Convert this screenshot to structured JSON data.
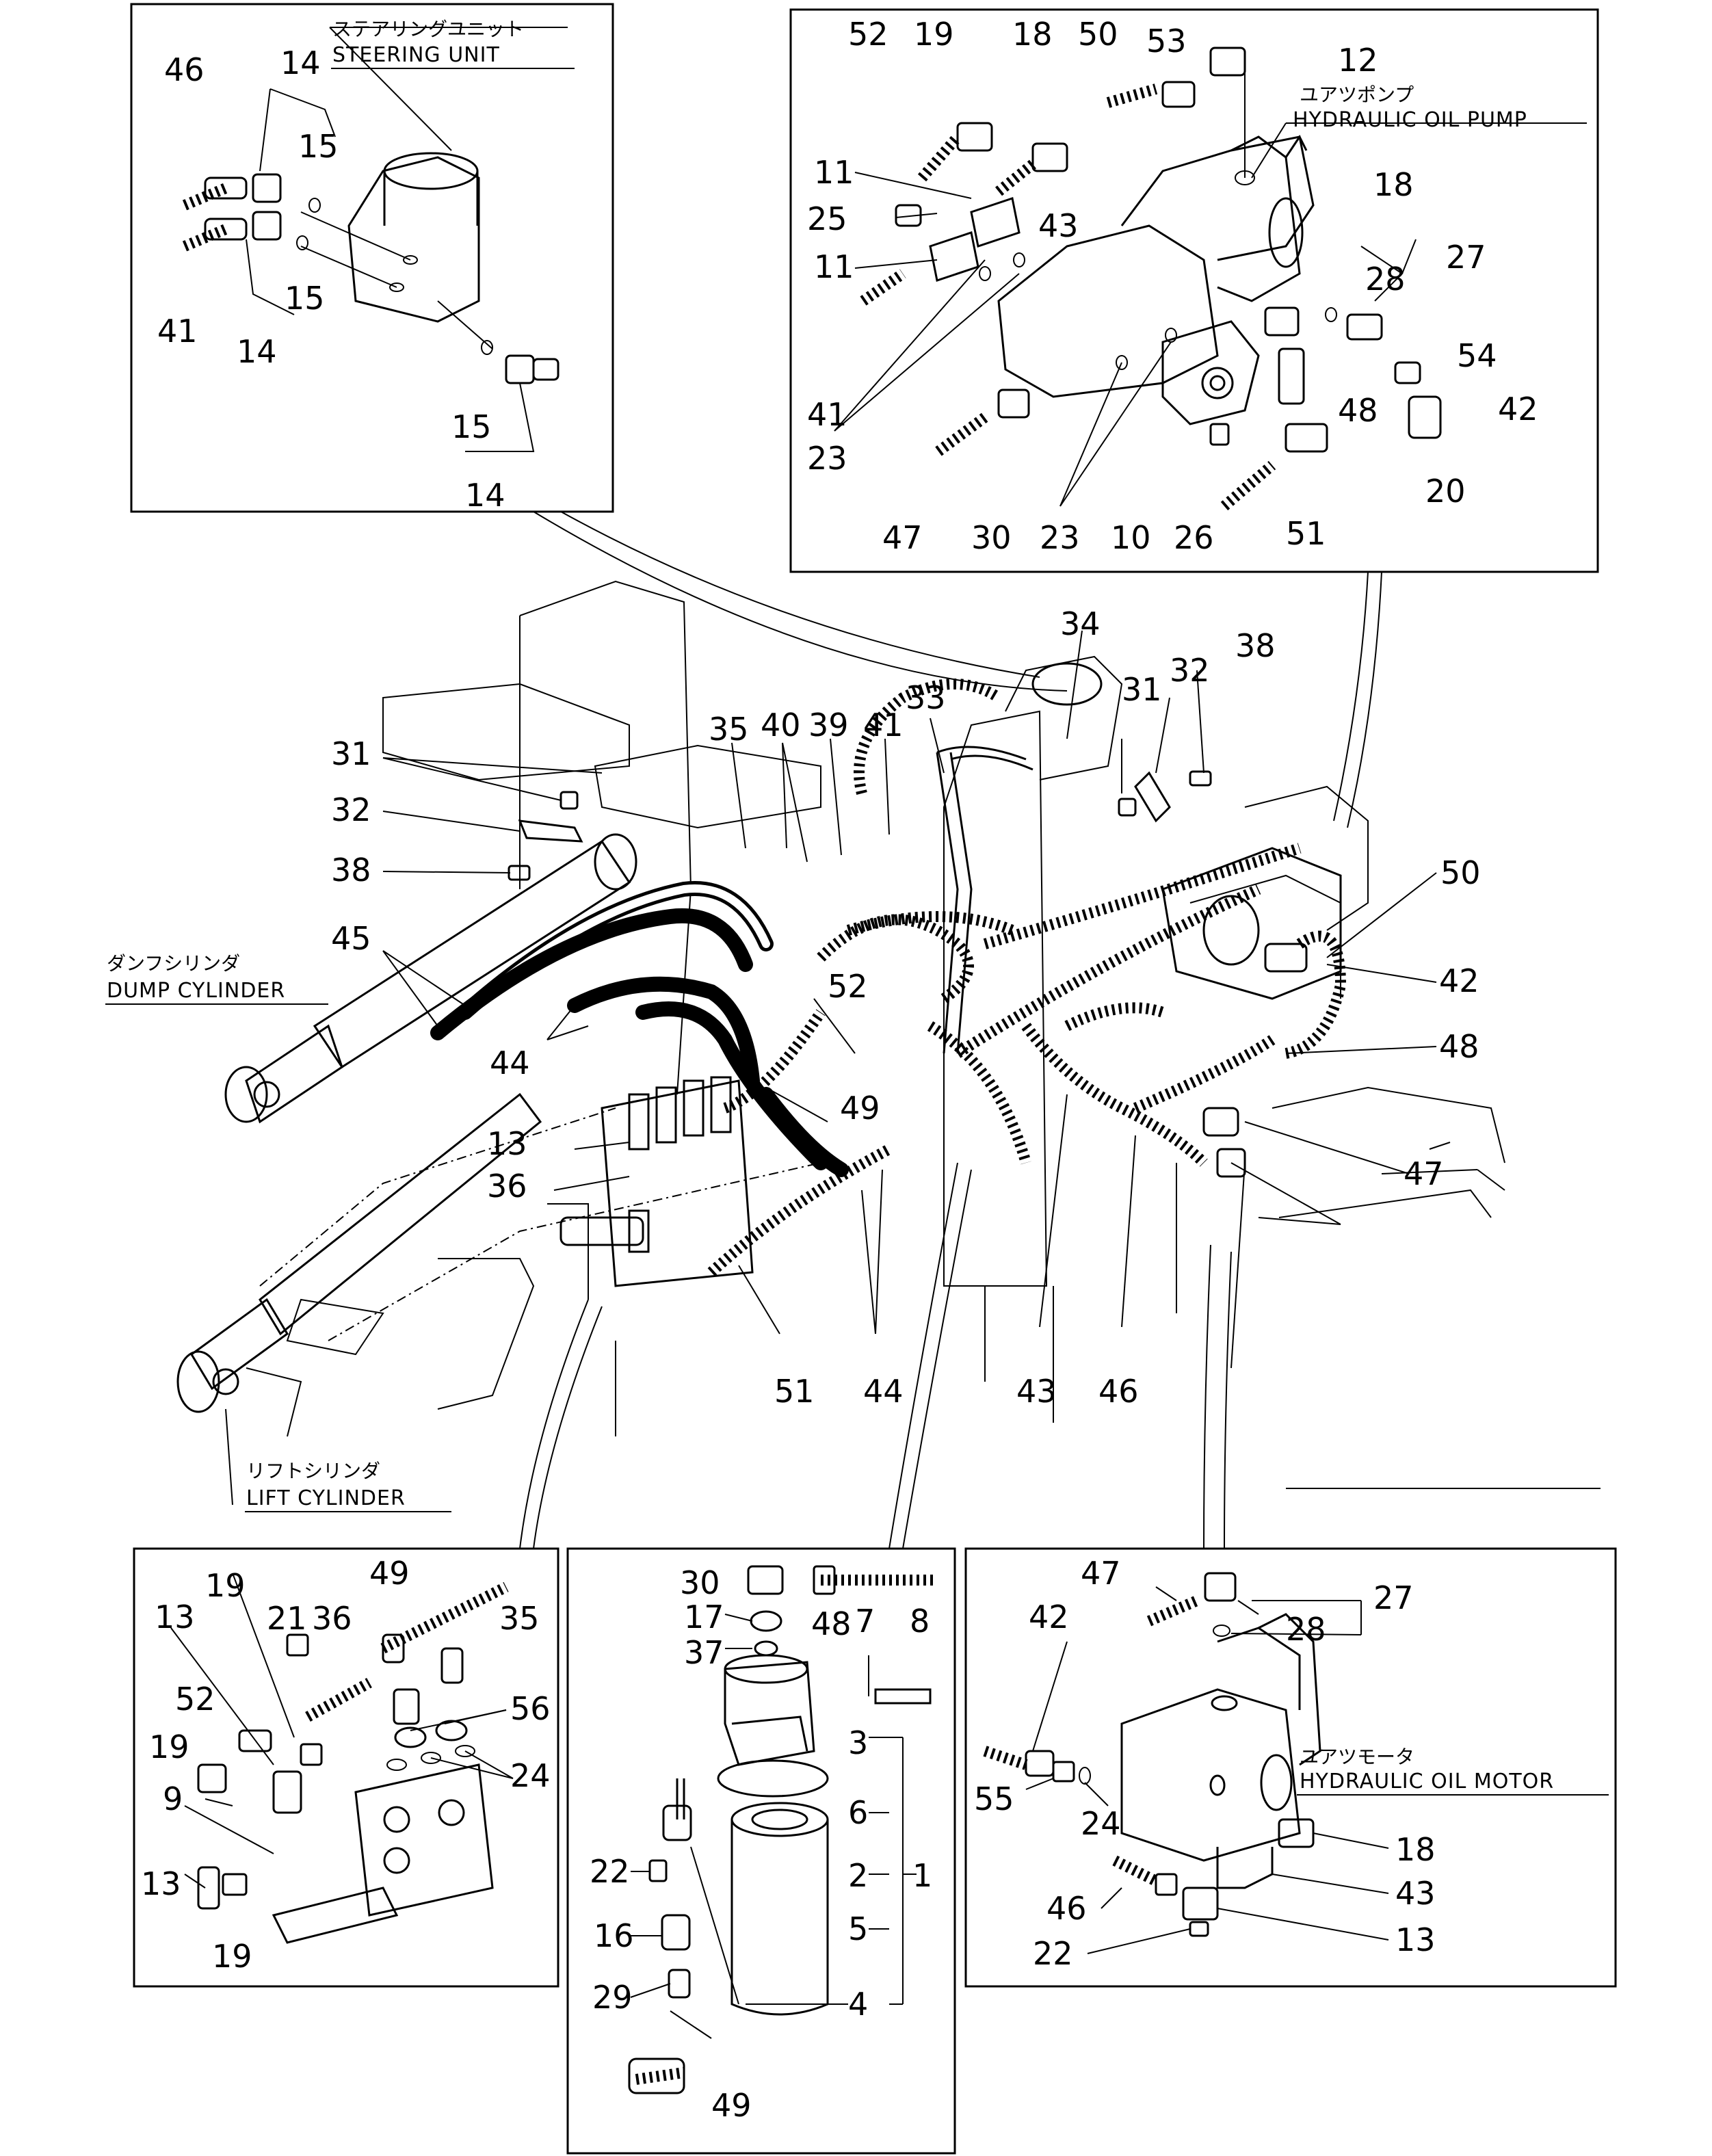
{
  "panels": {
    "steering_unit": {
      "jp_title": "ステアリングユニット",
      "en_title": "STEERING UNIT",
      "callouts": [
        "46",
        "14",
        "15",
        "15",
        "41",
        "14",
        "15",
        "14"
      ]
    },
    "hydraulic_oil_pump": {
      "jp_title": "ユアツポンプ",
      "en_title": "HYDRAULIC OIL PUMP",
      "callouts": [
        "52",
        "19",
        "18",
        "50",
        "53",
        "12",
        "11",
        "25",
        "11",
        "43",
        "18",
        "28",
        "27",
        "54",
        "42",
        "41",
        "23",
        "48",
        "20",
        "47",
        "30",
        "23",
        "10",
        "26",
        "51"
      ]
    },
    "control_valve": {
      "callouts": [
        "19",
        "49",
        "13",
        "21",
        "36",
        "35",
        "52",
        "19",
        "56",
        "24",
        "9",
        "13",
        "19"
      ]
    },
    "oil_filter": {
      "callouts": [
        "30",
        "48",
        "17",
        "7",
        "8",
        "37",
        "3",
        "6",
        "1",
        "2",
        "22",
        "5",
        "16",
        "29",
        "4",
        "49"
      ]
    },
    "hydraulic_oil_motor": {
      "jp_title": "ユアツモータ",
      "en_title": "HYDRAULIC OIL MOTOR",
      "callouts": [
        "47",
        "27",
        "28",
        "42",
        "55",
        "24",
        "18",
        "46",
        "43",
        "22",
        "13"
      ]
    }
  },
  "main_view": {
    "dump_cylinder": {
      "jp": "ダンフシリンダ",
      "en": "DUMP CYLINDER"
    },
    "lift_cylinder": {
      "jp": "リフトシリンダ",
      "en": "LIFT CYLINDER"
    },
    "callouts": [
      "34",
      "31",
      "32",
      "38",
      "35",
      "40",
      "39",
      "41",
      "33",
      "31",
      "32",
      "38",
      "50",
      "45",
      "52",
      "42",
      "44",
      "49",
      "48",
      "13",
      "36",
      "47",
      "51",
      "44",
      "43",
      "46"
    ]
  }
}
